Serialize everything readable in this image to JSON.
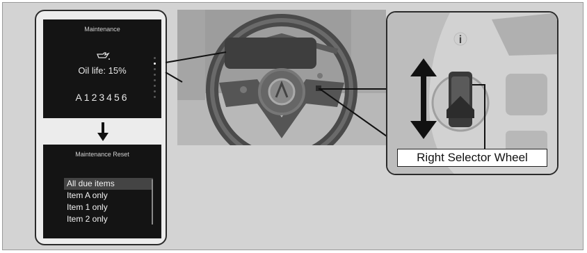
{
  "maintenance_screen": {
    "title": "Maintenance",
    "oil_icon": "oil-can-icon",
    "oil_life": "Oil life: 15%",
    "codes": "A123456"
  },
  "reset_screen": {
    "title": "Maintenance Reset",
    "items": [
      "All due items",
      "Item A only",
      "Item 1 only",
      "Item 2 only"
    ]
  },
  "steering_wheel": {
    "info_icon": "info-icon",
    "control_label": "Right Selector Wheel"
  }
}
